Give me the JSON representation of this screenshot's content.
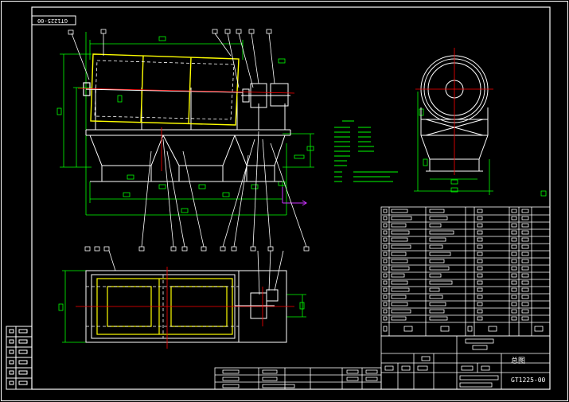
{
  "drawing": {
    "stamp_code": "GT1225-00",
    "title_code": "GT1225-00",
    "title_name": "总图"
  },
  "colors": {
    "background": "#000000",
    "outline": "#ffffff",
    "dimension": "#00ff00",
    "centerline": "#ff0000",
    "shell": "#ffff00",
    "axis_marker": "#cc33ff"
  }
}
